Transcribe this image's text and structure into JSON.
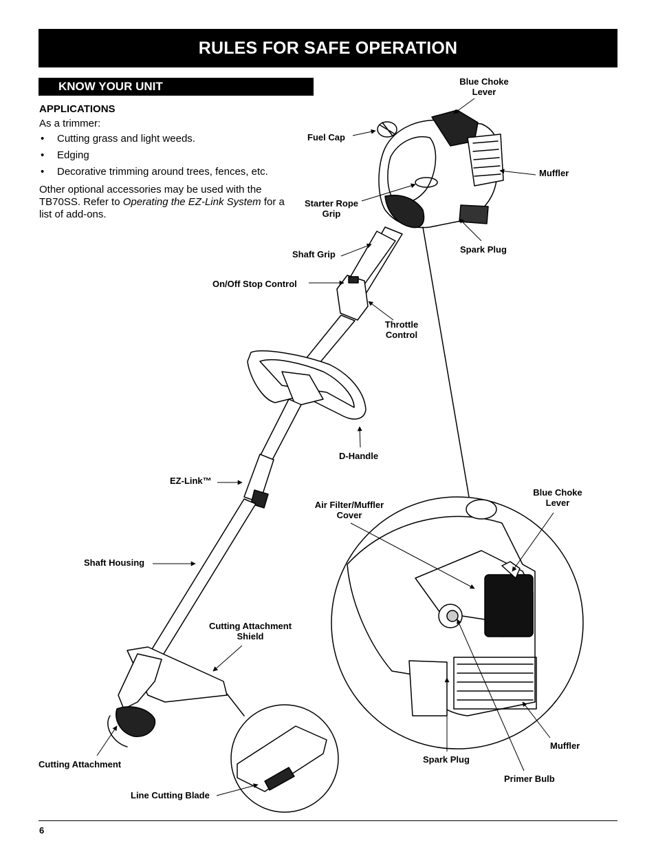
{
  "header": {
    "title": "RULES FOR SAFE OPERATION"
  },
  "section": {
    "title": "KNOW YOUR UNIT"
  },
  "applications": {
    "heading": "APPLICATIONS",
    "intro": "As a trimmer:",
    "bullets": [
      "Cutting grass and light weeds.",
      "Edging",
      "Decorative trimming around trees, fences, etc."
    ],
    "para_before": "Other optional accessories may be used with the TB70SS. Refer to ",
    "para_italic": "Operating the EZ-Link System",
    "para_after": " for a list of add-ons."
  },
  "labels": {
    "blue_choke_lever_top": "Blue Choke Lever",
    "fuel_cap": "Fuel Cap",
    "muffler_top": "Muffler",
    "starter_rope_grip": "Starter Rope Grip",
    "spark_plug_top": "Spark Plug",
    "shaft_grip": "Shaft Grip",
    "on_off_stop_control": "On/Off Stop Control",
    "throttle_control": "Throttle Control",
    "d_handle": "D-Handle",
    "ez_link": "EZ-Link™",
    "blue_choke_lever_detail": "Blue Choke Lever",
    "air_filter_muffler_cover": "Air Filter/Muffler Cover",
    "shaft_housing": "Shaft Housing",
    "cutting_attachment_shield": "Cutting Attachment Shield",
    "cutting_attachment": "Cutting Attachment",
    "line_cutting_blade": "Line Cutting Blade",
    "spark_plug_detail": "Spark Plug",
    "muffler_detail": "Muffler",
    "primer_bulb": "Primer Bulb"
  },
  "footer": {
    "page_number": "6"
  }
}
